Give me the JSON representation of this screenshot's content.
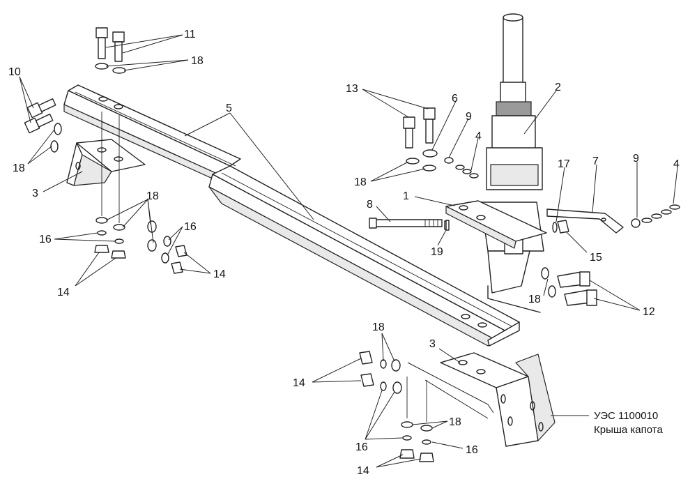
{
  "callouts": {
    "n1": "1",
    "n2": "2",
    "n3a": "3",
    "n3b": "3",
    "n4a": "4",
    "n4b": "4",
    "n5": "5",
    "n6": "6",
    "n7": "7",
    "n8": "8",
    "n9a": "9",
    "n9b": "9",
    "n10": "10",
    "n11": "11",
    "n12": "12",
    "n13": "13",
    "n14a": "14",
    "n14b": "14",
    "n14c": "14",
    "n14d": "14",
    "n15": "15",
    "n16a": "16",
    "n16b": "16",
    "n16c": "16",
    "n16d": "16",
    "n17": "17",
    "n18a": "18",
    "n18b": "18",
    "n18c": "18",
    "n18d": "18",
    "n18e": "18",
    "n18f": "18",
    "n18g": "18",
    "n19": "19"
  },
  "caption": {
    "code": "УЭС 1100010",
    "name": "Крыша капота"
  }
}
